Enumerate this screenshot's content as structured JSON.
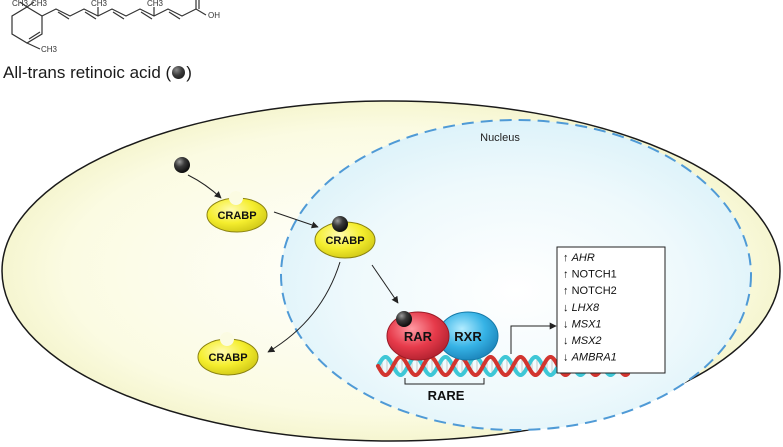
{
  "molecule": {
    "name": "All-trans retinoic acid",
    "paren_open": "(",
    "paren_close": ")",
    "substituents": {
      "methyl": "CH3",
      "oxygen": "O",
      "hydroxyl": "OH"
    }
  },
  "compartments": {
    "nucleus_label": "Nucleus"
  },
  "proteins": {
    "crabp_label": "CRABP",
    "rar_label": "RAR",
    "rxr_label": "RXR"
  },
  "dna": {
    "response_element_label": "RARE"
  },
  "target_genes": [
    {
      "arrow": "↑",
      "name": "AHR",
      "italic": true
    },
    {
      "arrow": "↑",
      "name": "NOTCH1",
      "italic": false
    },
    {
      "arrow": "↑",
      "name": "NOTCH2",
      "italic": false
    },
    {
      "arrow": "↓",
      "name": "LHX8",
      "italic": true
    },
    {
      "arrow": "↓",
      "name": "MSX1",
      "italic": true
    },
    {
      "arrow": "↓",
      "name": "MSX2",
      "italic": true
    },
    {
      "arrow": "↓",
      "name": "AMBRA1",
      "italic": true
    }
  ],
  "colors": {
    "cell_fill": "#fafad6",
    "nucleus_fill": "#e6f6fb",
    "nucleus_border": "#4f9ad6",
    "crabp": "#f2ec2a",
    "rar": "#e63a4a",
    "rxr": "#36b3e6",
    "dna_red": "#d2352f",
    "dna_cyan": "#3ec7d6"
  }
}
